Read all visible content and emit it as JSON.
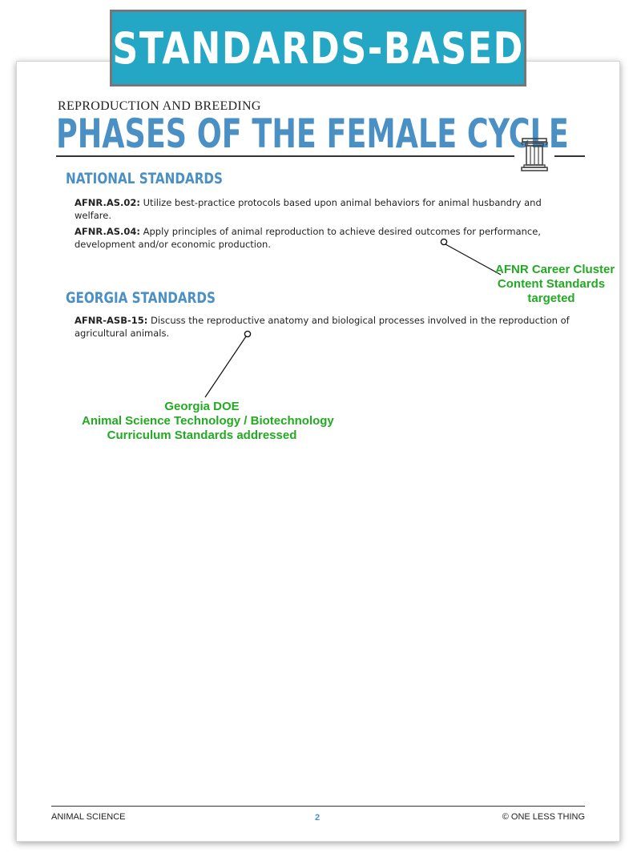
{
  "banner": {
    "label": "STANDARDS-BASED"
  },
  "lesson": {
    "kicker": "REPRODUCTION AND BREEDING",
    "title": "PHASES OF THE FEMALE CYCLE"
  },
  "national": {
    "heading": "NATIONAL STANDARDS",
    "items": [
      {
        "code": "AFNR.AS.02:",
        "text": "Utilize best-practice protocols based upon animal behaviors for animal husbandry and welfare."
      },
      {
        "code": "AFNR.AS.04:",
        "text": "Apply principles of animal reproduction to achieve desired outcomes for performance, development and/or economic production."
      }
    ]
  },
  "georgia": {
    "heading": "GEORGIA STANDARDS",
    "items": [
      {
        "code": "AFNR-ASB-15:",
        "text": "Discuss the reproductive anatomy and biological processes involved in the reproduction of agricultural animals."
      }
    ]
  },
  "callouts": {
    "afnr": [
      "AFNR Career Cluster",
      "Content Standards",
      "targeted"
    ],
    "georgia": [
      "Georgia DOE",
      "Animal Science Technology / Biotechnology",
      "Curriculum Standards addressed"
    ]
  },
  "footer": {
    "left": "ANIMAL SCIENCE",
    "page": "2",
    "right": "© ONE LESS THING"
  },
  "colors": {
    "banner": "#23a7c5",
    "heading_blue": "#4a90c4",
    "callout_green": "#22aa22"
  },
  "icons": {
    "title_icon": "greek-column-icon"
  }
}
